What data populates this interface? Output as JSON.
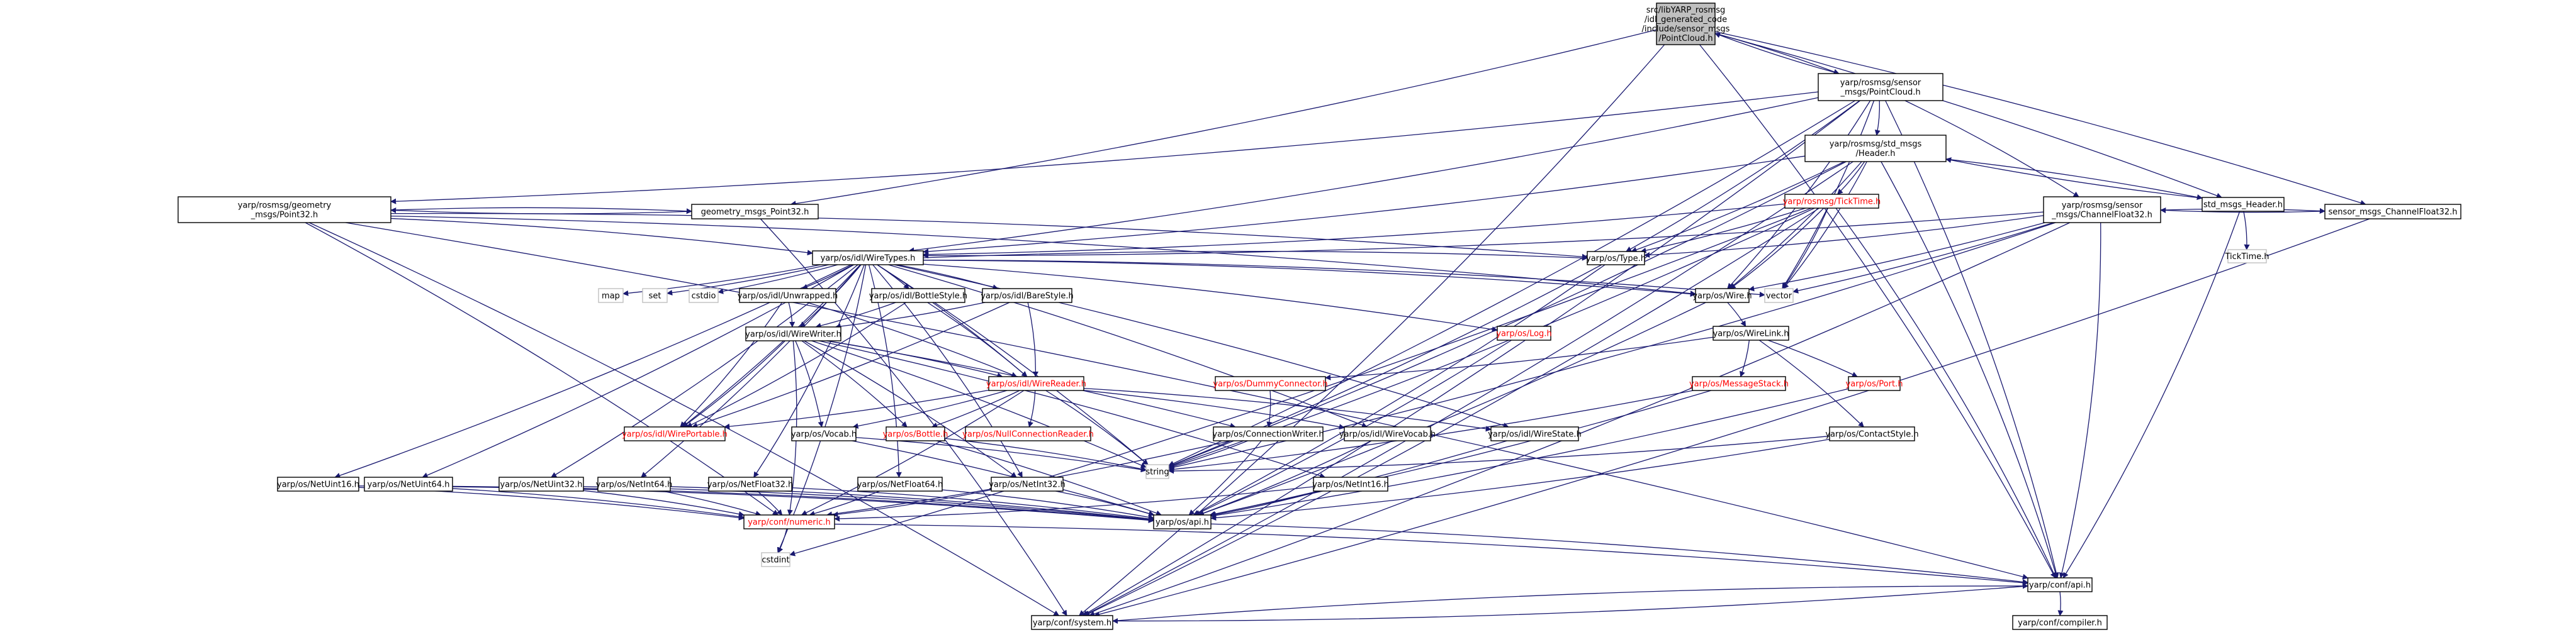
{
  "diagram": {
    "colors": {
      "edge": "#191970",
      "root_fill": "#bfbfbf",
      "missing_text": "#ff0000",
      "plain_border": "#c0c0c0"
    },
    "nodes": [
      {
        "id": "root",
        "lines": [
          "src/libYARP_rosmsg",
          "/idl_generated_code",
          "/include/sensor_msgs",
          "/PointCloud.h"
        ],
        "kind": "root"
      },
      {
        "id": "pointcloud",
        "lines": [
          "yarp/rosmsg/sensor",
          "_msgs/PointCloud.h"
        ]
      },
      {
        "id": "header",
        "lines": [
          "yarp/rosmsg/std_msgs",
          "/Header.h"
        ]
      },
      {
        "id": "point32",
        "lines": [
          "yarp/rosmsg/geometry",
          "_msgs/Point32.h"
        ]
      },
      {
        "id": "channelfloat32",
        "lines": [
          "yarp/rosmsg/sensor",
          "_msgs/ChannelFloat32.h"
        ]
      },
      {
        "id": "std_msgs_header",
        "lines": [
          "std_msgs_Header.h"
        ]
      },
      {
        "id": "ticktime",
        "lines": [
          "yarp/rosmsg/TickTime.h"
        ],
        "kind": "red"
      },
      {
        "id": "geometry_point32",
        "lines": [
          "geometry_msgs_Point32.h"
        ]
      },
      {
        "id": "sensor_channel",
        "lines": [
          "sensor_msgs_ChannelFloat32.h"
        ]
      },
      {
        "id": "wiretypes",
        "lines": [
          "yarp/os/idl/WireTypes.h"
        ]
      },
      {
        "id": "type",
        "lines": [
          "yarp/os/Type.h"
        ]
      },
      {
        "id": "ticktime_plain",
        "lines": [
          "TickTime.h"
        ],
        "kind": "plain"
      },
      {
        "id": "map",
        "lines": [
          "map"
        ],
        "kind": "plain"
      },
      {
        "id": "set",
        "lines": [
          "set"
        ],
        "kind": "plain"
      },
      {
        "id": "cstdio",
        "lines": [
          "cstdio"
        ],
        "kind": "plain"
      },
      {
        "id": "unwrapped",
        "lines": [
          "yarp/os/idl/Unwrapped.h"
        ]
      },
      {
        "id": "bottlestyle",
        "lines": [
          "yarp/os/idl/BottleStyle.h"
        ]
      },
      {
        "id": "barestyle",
        "lines": [
          "yarp/os/idl/BareStyle.h"
        ]
      },
      {
        "id": "log",
        "lines": [
          "yarp/os/Log.h"
        ],
        "kind": "red"
      },
      {
        "id": "wire",
        "lines": [
          "yarp/os/Wire.h"
        ]
      },
      {
        "id": "vector",
        "lines": [
          "vector"
        ],
        "kind": "plain"
      },
      {
        "id": "wirewriter",
        "lines": [
          "yarp/os/idl/WireWriter.h"
        ]
      },
      {
        "id": "wirelink",
        "lines": [
          "yarp/os/WireLink.h"
        ]
      },
      {
        "id": "dummyconnector",
        "lines": [
          "yarp/os/DummyConnector.h"
        ],
        "kind": "red"
      },
      {
        "id": "messagestack",
        "lines": [
          "yarp/os/MessageStack.h"
        ],
        "kind": "red"
      },
      {
        "id": "port",
        "lines": [
          "yarp/os/Port.h"
        ],
        "kind": "red"
      },
      {
        "id": "wirereader",
        "lines": [
          "yarp/os/idl/WireReader.h"
        ],
        "kind": "red"
      },
      {
        "id": "wireportable",
        "lines": [
          "yarp/os/idl/WirePortable.h"
        ],
        "kind": "red"
      },
      {
        "id": "vocab",
        "lines": [
          "yarp/os/Vocab.h"
        ]
      },
      {
        "id": "bottle",
        "lines": [
          "yarp/os/Bottle.h"
        ],
        "kind": "red"
      },
      {
        "id": "nullconnectionreader",
        "lines": [
          "yarp/os/NullConnectionReader.h"
        ],
        "kind": "red"
      },
      {
        "id": "connectionwriter",
        "lines": [
          "yarp/os/ConnectionWriter.h"
        ]
      },
      {
        "id": "wirevocab",
        "lines": [
          "yarp/os/idl/WireVocab.h"
        ]
      },
      {
        "id": "wirestate",
        "lines": [
          "yarp/os/idl/WireState.h"
        ]
      },
      {
        "id": "contactstyle",
        "lines": [
          "yarp/os/ContactStyle.h"
        ]
      },
      {
        "id": "string",
        "lines": [
          "string"
        ],
        "kind": "plain"
      },
      {
        "id": "netuint16",
        "lines": [
          "yarp/os/NetUint16.h"
        ]
      },
      {
        "id": "netuint64",
        "lines": [
          "yarp/os/NetUint64.h"
        ]
      },
      {
        "id": "netuint32",
        "lines": [
          "yarp/os/NetUint32.h"
        ]
      },
      {
        "id": "netint64",
        "lines": [
          "yarp/os/NetInt64.h"
        ]
      },
      {
        "id": "netfloat32",
        "lines": [
          "yarp/os/NetFloat32.h"
        ]
      },
      {
        "id": "netfloat64",
        "lines": [
          "yarp/os/NetFloat64.h"
        ]
      },
      {
        "id": "netint32",
        "lines": [
          "yarp/os/NetInt32.h"
        ]
      },
      {
        "id": "netint16",
        "lines": [
          "yarp/os/NetInt16.h"
        ]
      },
      {
        "id": "numeric",
        "lines": [
          "yarp/conf/numeric.h"
        ],
        "kind": "red"
      },
      {
        "id": "osapi",
        "lines": [
          "yarp/os/api.h"
        ]
      },
      {
        "id": "cstdint",
        "lines": [
          "cstdint"
        ],
        "kind": "plain"
      },
      {
        "id": "confapi",
        "lines": [
          "yarp/conf/api.h"
        ]
      },
      {
        "id": "system",
        "lines": [
          "yarp/conf/system.h"
        ]
      },
      {
        "id": "compiler",
        "lines": [
          "yarp/conf/compiler.h"
        ]
      }
    ]
  }
}
